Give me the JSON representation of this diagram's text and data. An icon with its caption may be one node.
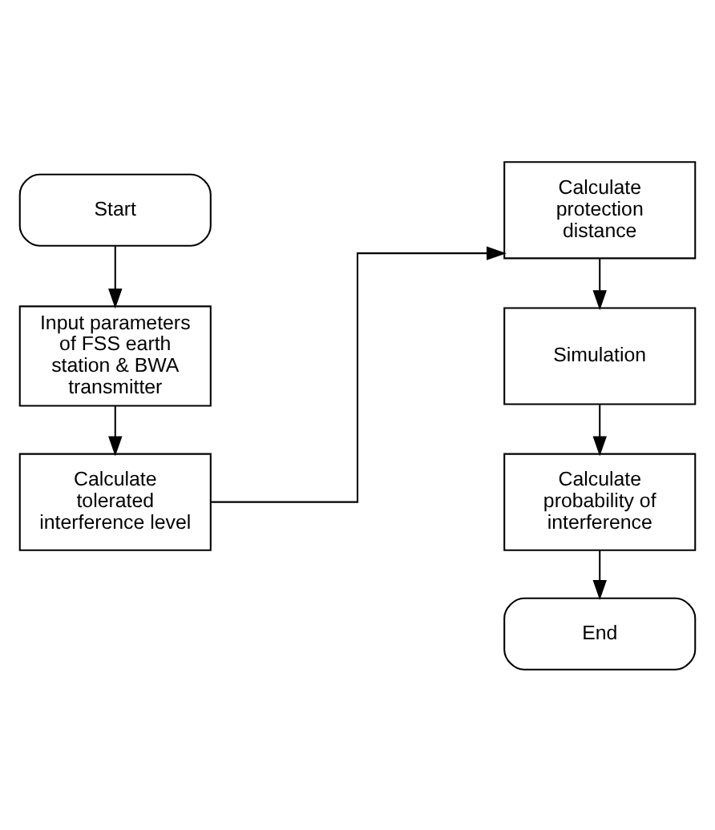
{
  "diagram": {
    "nodes": [
      {
        "text": [
          "Start"
        ]
      },
      {
        "text": [
          "Input parameters of FSS earth station & BWA transmitter"
        ]
      },
      {
        "text": [
          "Calculate tolerated interference level"
        ]
      },
      {
        "text": [
          "Calculate protection distance"
        ]
      },
      {
        "text": [
          "Simulation"
        ]
      },
      {
        "text": [
          "Calculate probability of interference"
        ]
      },
      {
        "text": [
          "End"
        ]
      }
    ],
    "edges": [
      {
        "from": 0,
        "to": 1,
        "arrow": "to"
      },
      {
        "from": 1,
        "to": 2,
        "arrow": "to"
      },
      {
        "from": 2,
        "to": 3,
        "arrow": "to"
      },
      {
        "from": 3,
        "to": 4,
        "arrow": "to"
      },
      {
        "from": 4,
        "to": 5,
        "arrow": "to"
      },
      {
        "from": 5,
        "to": 6,
        "arrow": "to"
      }
    ]
  }
}
